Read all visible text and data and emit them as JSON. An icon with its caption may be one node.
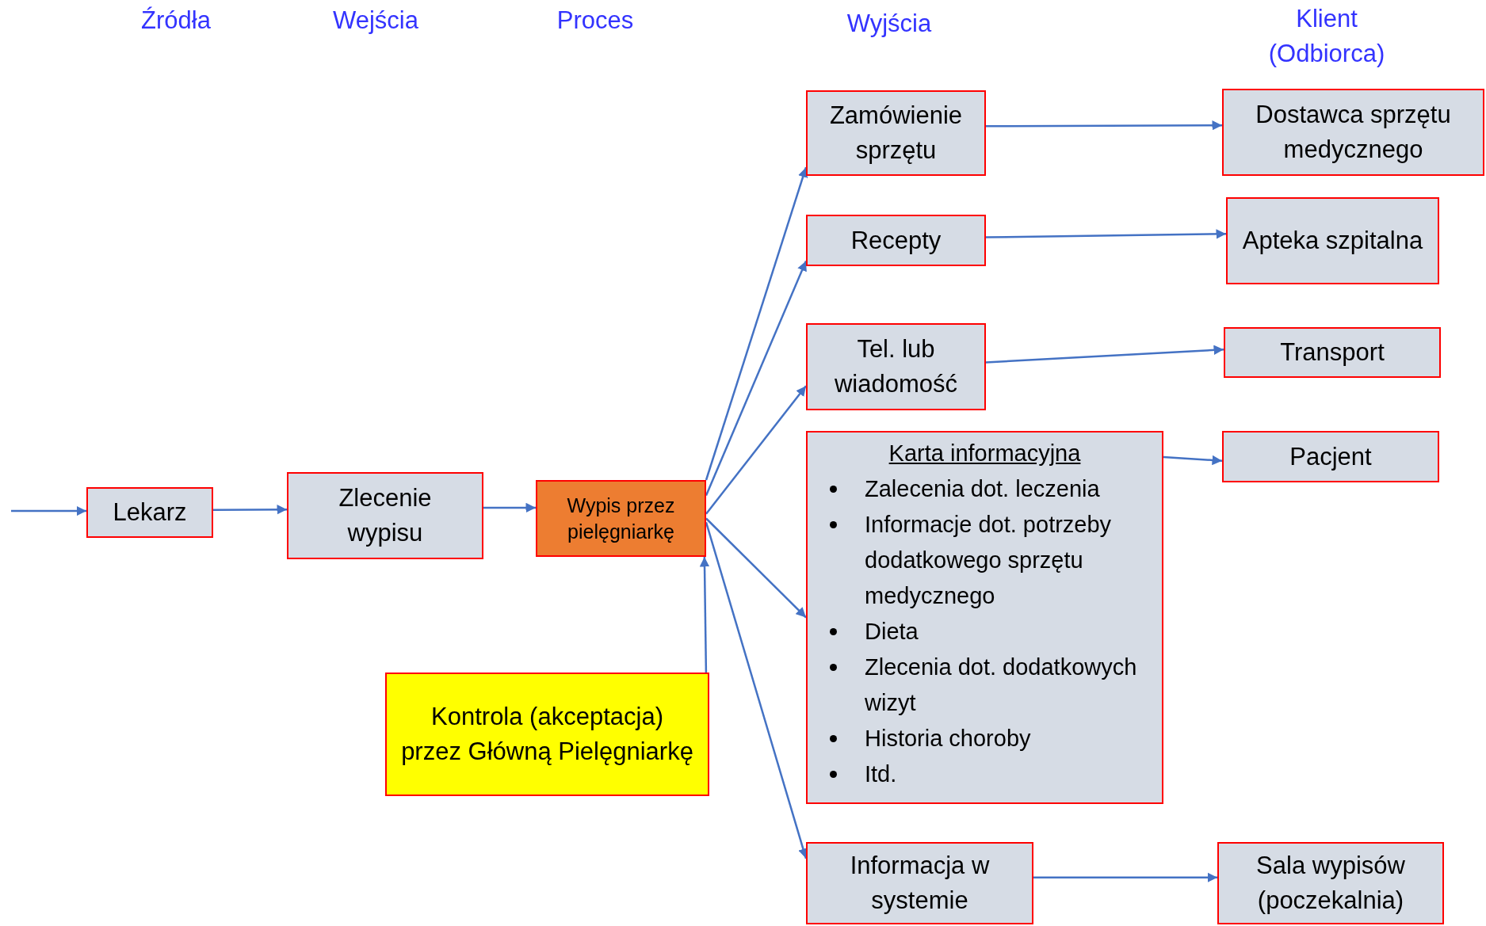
{
  "diagram": {
    "nodes": [
      {
        "text": [
          "Lekarz"
        ]
      },
      {
        "text": [
          "Zlecenie wypisu"
        ]
      },
      {
        "text": [
          "Wypis przez pielęgniarkę"
        ]
      },
      {
        "text": [
          "Kontrola (akceptacja) przez Główną Pielęgniarkę"
        ]
      },
      {
        "text": [
          "Zamówienie sprzętu"
        ]
      },
      {
        "text": [
          "Recepty"
        ]
      },
      {
        "text": [
          "Tel. lub wiadomość"
        ]
      },
      {
        "text": [
          "Karta informacyjna",
          "Zalecenia dot. leczenia",
          "Informacje dot. potrzeby dodatkowego sprzętu medycznego",
          "Dieta",
          "Zlecenia dot. dodatkowych wizyt",
          "Historia choroby",
          "Itd."
        ]
      },
      {
        "text": [
          "Informacja w systemie"
        ]
      },
      {
        "text": [
          "Dostawca sprzętu medycznego"
        ]
      },
      {
        "text": [
          "Apteka szpitalna"
        ]
      },
      {
        "text": [
          "Transport"
        ]
      },
      {
        "text": [
          "Pacjent"
        ]
      },
      {
        "text": [
          "Sala wypisów (poczekalnia)"
        ]
      }
    ],
    "edges": [
      {
        "from": null,
        "to": 0,
        "arrow": "to"
      },
      {
        "from": 0,
        "to": 1,
        "arrow": "to"
      },
      {
        "from": 1,
        "to": 2,
        "arrow": "to"
      },
      {
        "from": 3,
        "to": 2,
        "arrow": "to"
      },
      {
        "from": 2,
        "to": 4,
        "arrow": "to"
      },
      {
        "from": 2,
        "to": 5,
        "arrow": "to"
      },
      {
        "from": 2,
        "to": 6,
        "arrow": "to"
      },
      {
        "from": 2,
        "to": 7,
        "arrow": "to"
      },
      {
        "from": 2,
        "to": 8,
        "arrow": "to"
      },
      {
        "from": 4,
        "to": 9,
        "arrow": "to"
      },
      {
        "from": 5,
        "to": 10,
        "arrow": "to"
      },
      {
        "from": 6,
        "to": 11,
        "arrow": "to"
      },
      {
        "from": 7,
        "to": 12,
        "arrow": "to"
      },
      {
        "from": 8,
        "to": 13,
        "arrow": "to"
      }
    ],
    "labels": [
      "Źródła",
      "Wejścia",
      "Proces",
      "Wyjścia",
      "Klient (Odbiorca)"
    ]
  }
}
